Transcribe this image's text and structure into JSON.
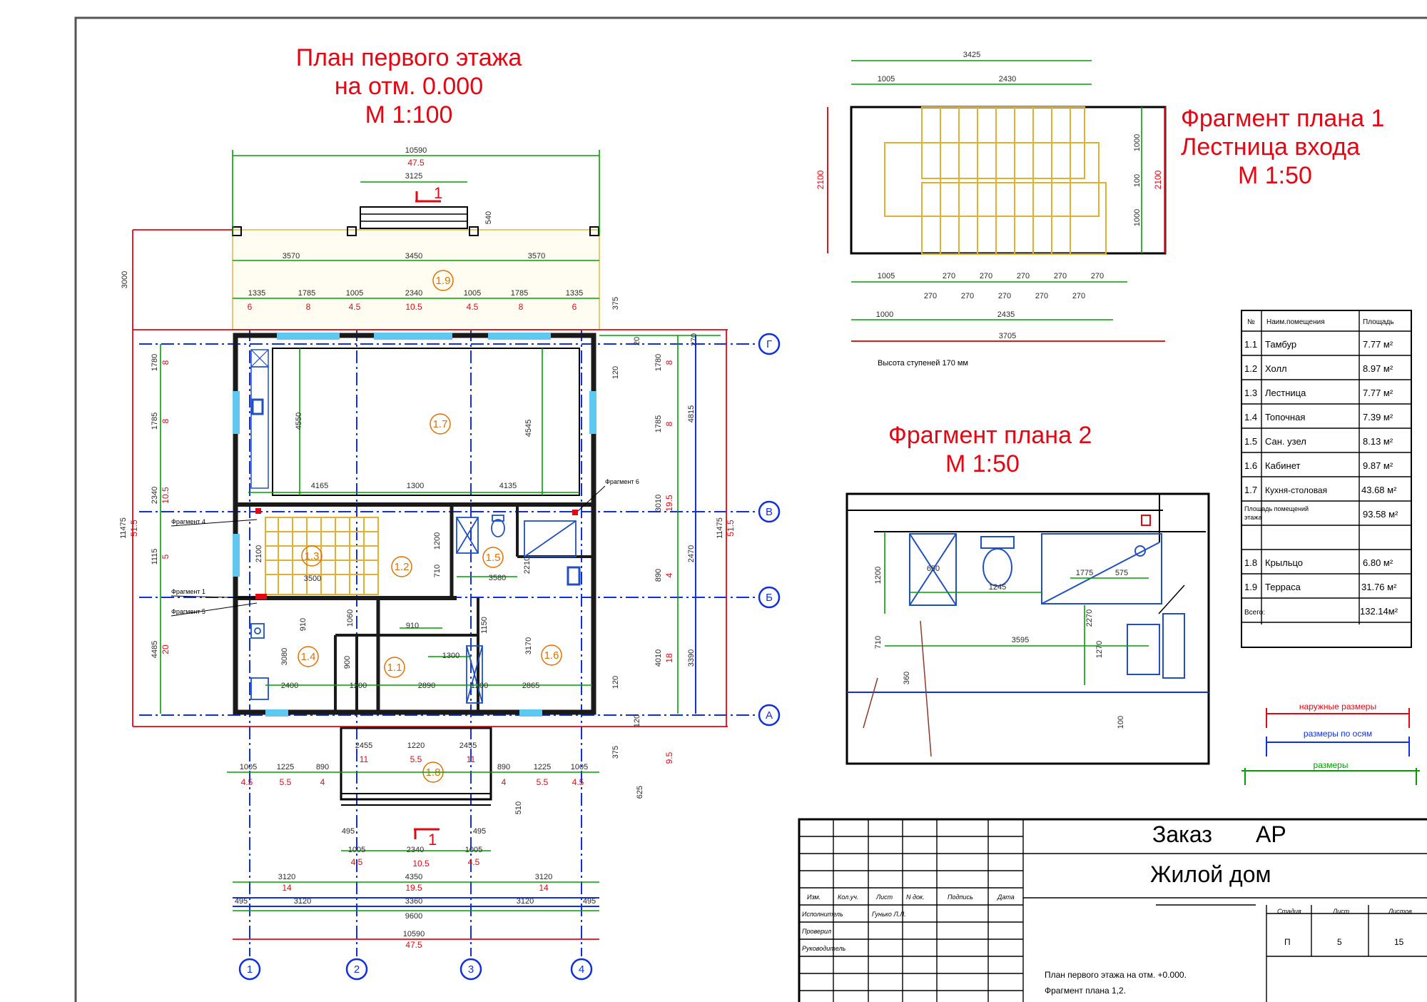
{
  "colors": {
    "title_red": "#e30613",
    "dim_green": "#00a000",
    "axis_blue": "#1030e0",
    "stair_yellow": "#e0b030",
    "room_orange": "#e07000",
    "fixture_blue": "#2050c0",
    "window_cyan": "#60c8f0"
  },
  "main_plan": {
    "title": [
      "План первого этажа",
      "на отм. 0.000",
      "М 1:100"
    ],
    "axes_letters": [
      "Г",
      "В",
      "Б",
      "А"
    ],
    "axes_numbers": [
      "1",
      "2",
      "3",
      "4"
    ],
    "rooms": [
      {
        "id": "1.1"
      },
      {
        "id": "1.2"
      },
      {
        "id": "1.3"
      },
      {
        "id": "1.4"
      },
      {
        "id": "1.5"
      },
      {
        "id": "1.6"
      },
      {
        "id": "1.7"
      },
      {
        "id": "1.8"
      },
      {
        "id": "1.9"
      }
    ],
    "section_mark": "1",
    "fragment_labels": [
      "Фрагмент 4",
      "Фрагмент 1",
      "Фрагмент 5",
      "Фрагмент 6"
    ],
    "dims": {
      "top_overall": "10590",
      "top_overall_axis": "47.5",
      "porch_top": "3125",
      "porch_h": "540",
      "terrace_left": "3000",
      "terrace_row": [
        "3570",
        "3450",
        "3570"
      ],
      "window_row": [
        "1335",
        "1785",
        "1005",
        "2340",
        "1005",
        "1785",
        "1335"
      ],
      "window_row_red": [
        "6",
        "8",
        "4.5",
        "10.5",
        "4.5",
        "8",
        "6"
      ],
      "right_375": "375",
      "right_inner": [
        "1780",
        "1785",
        "3010",
        "890",
        "4010",
        "120",
        "120"
      ],
      "right_inner_red": [
        "8",
        "8",
        "19.5",
        "4",
        "18"
      ],
      "right_axes": [
        "4815",
        "2470",
        "3390"
      ],
      "overall_right": "11475",
      "overall_right_axis": "51.5",
      "right_small": [
        "20",
        "120",
        "270"
      ],
      "left_inner": [
        "1780",
        "1785",
        "2340",
        "1115",
        "4485"
      ],
      "left_inner_red": [
        "8",
        "8",
        "10.5",
        "5",
        "20"
      ],
      "room17": [
        "4550",
        "4545",
        "4165",
        "1300",
        "4135"
      ],
      "rooms_mid": [
        "2100",
        "3500",
        "1200",
        "710",
        "3580",
        "2210",
        "1150",
        "910",
        "1060",
        "910",
        "1300",
        "3080",
        "3170",
        "900",
        "1200",
        "2890",
        "2865",
        "2400",
        "1200"
      ],
      "bottom_win": [
        "1005",
        "1225",
        "890",
        "2455",
        "1220",
        "2455",
        "890",
        "1225",
        "1005"
      ],
      "bottom_win_red": [
        "4.5",
        "5.5",
        "4",
        "11",
        "5.5",
        "11",
        "4",
        "5.5",
        "4.5"
      ],
      "porch_bottom": [
        "495",
        "1005",
        "2340",
        "1005",
        "495",
        "510"
      ],
      "porch_bottom_red": [
        "4.5",
        "10.5",
        "4.5"
      ],
      "bottom_375": "375",
      "bottom_95": "9.5",
      "bottom_625": "625",
      "bottom_row1": [
        "3120",
        "4350",
        "3120"
      ],
      "bottom_row1_red": [
        "14",
        "19.5",
        "14"
      ],
      "bottom_axes": [
        "3120",
        "3360",
        "3120"
      ],
      "bottom_495": "495",
      "bottom_axis_total": "9600",
      "bottom_overall": "10590",
      "bottom_overall_axis": "47.5"
    }
  },
  "fragment1": {
    "title": [
      "Фрагмент плана 1",
      "Лестница входа",
      "М 1:50"
    ],
    "dims": {
      "top_total": "3425",
      "top_parts": [
        "1005",
        "2430"
      ],
      "left": "2100",
      "right": "2100",
      "right_parts": [
        "1000",
        "100",
        "1000"
      ],
      "steps_top": [
        "270",
        "270",
        "270",
        "270",
        "270"
      ],
      "steps_bottom": [
        "270",
        "270",
        "270",
        "270",
        "270"
      ],
      "step_left": "1005",
      "bottom_row": [
        "1000",
        "2435"
      ],
      "bottom_total": "3705"
    },
    "note": "Высота ступеней 170 мм"
  },
  "fragment2": {
    "title": [
      "Фрагмент плана 2",
      "М 1:50"
    ],
    "dims": [
      "1200",
      "650",
      "1245",
      "1775",
      "575",
      "710",
      "3595",
      "2270",
      "1270",
      "360",
      "100"
    ]
  },
  "room_table": {
    "headers": [
      "№",
      "Наим.помещения",
      "Площадь"
    ],
    "rows": [
      [
        "1.1",
        "Тамбур",
        "7.77 м²"
      ],
      [
        "1.2",
        "Холл",
        "8.97 м²"
      ],
      [
        "1.3",
        "Лестница",
        "7.77 м²"
      ],
      [
        "1.4",
        "Топочная",
        "7.39 м²"
      ],
      [
        "1.5",
        "Сан. узел",
        "8.13 м²"
      ],
      [
        "1.6",
        "Кабинет",
        "9.87 м²"
      ],
      [
        "1.7",
        "Кухня-столовая",
        "43.68 м²"
      ]
    ],
    "subtotal_label": [
      "Площадь помещений",
      "этажа"
    ],
    "subtotal_value": "93.58 м²",
    "extra_rows": [
      [
        "1.8",
        "Крыльцо",
        "6.80 м²"
      ],
      [
        "1.9",
        "Терраса",
        "31.76 м²"
      ]
    ],
    "total_label": "Всего:",
    "total_value": "132.14м²"
  },
  "legend": [
    {
      "label": "наружные размеры",
      "color": "#e30613"
    },
    {
      "label": "размеры по осям",
      "color": "#1030e0"
    },
    {
      "label": "размеры",
      "color": "#00a000"
    }
  ],
  "title_block": {
    "order": "Заказ",
    "order_code": "АР",
    "project": "Жилой дом",
    "col_headers": [
      "Изм.",
      "Кол.уч.",
      "Лист",
      "N док.",
      "Подпись",
      "Дата"
    ],
    "roles": [
      "Исполнитель",
      "Проверил",
      "Руководитель"
    ],
    "executor_name": "Гунько Л.Л.",
    "stage_headers": [
      "Стадия",
      "Лист",
      "Листов"
    ],
    "stage_values": [
      "П",
      "5",
      "15"
    ],
    "sheet_desc": [
      "План первого этажа на отм. +0.000.",
      "Фрагмент плана 1,2."
    ]
  }
}
